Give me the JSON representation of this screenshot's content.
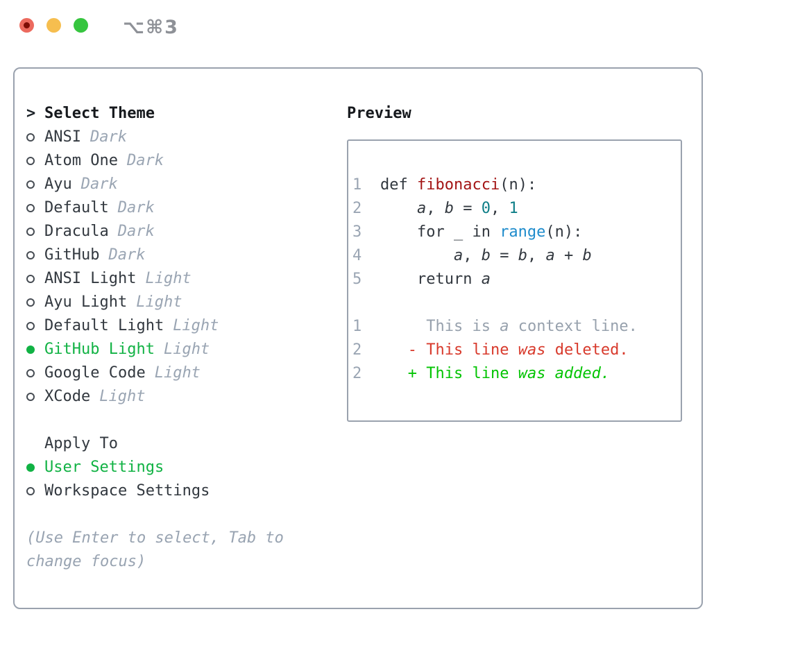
{
  "window": {
    "title": "⌥⌘3",
    "traffic_lights": {
      "close": "#ec6a5e",
      "minimize": "#f6be4f",
      "zoom": "#36c53f"
    }
  },
  "theme_panel": {
    "focus_marker": ">",
    "header": "Select Theme",
    "items": [
      {
        "label": "ANSI",
        "variant": "Dark",
        "selected": false
      },
      {
        "label": "Atom One",
        "variant": "Dark",
        "selected": false
      },
      {
        "label": "Ayu",
        "variant": "Dark",
        "selected": false
      },
      {
        "label": "Default",
        "variant": "Dark",
        "selected": false
      },
      {
        "label": "Dracula",
        "variant": "Dark",
        "selected": false
      },
      {
        "label": "GitHub",
        "variant": "Dark",
        "selected": false
      },
      {
        "label": "ANSI Light",
        "variant": "Light",
        "selected": false
      },
      {
        "label": "Ayu Light",
        "variant": "Light",
        "selected": false
      },
      {
        "label": "Default Light",
        "variant": "Light",
        "selected": false
      },
      {
        "label": "GitHub Light",
        "variant": "Light",
        "selected": true
      },
      {
        "label": "Google Code",
        "variant": "Light",
        "selected": false
      },
      {
        "label": "XCode",
        "variant": "Light",
        "selected": false
      }
    ],
    "apply_to": {
      "header": "Apply To",
      "options": [
        {
          "label": "User Settings",
          "selected": true
        },
        {
          "label": "Workspace Settings",
          "selected": false
        }
      ]
    },
    "hint_lines": [
      "(Use Enter to select, Tab to",
      "change focus)"
    ]
  },
  "preview": {
    "title": "Preview",
    "code": {
      "l1": {
        "num": "1",
        "kw": "def ",
        "fn": "fibonacci",
        "rest": "(n):"
      },
      "l2": {
        "num": "2",
        "indent": "    ",
        "v1": "a",
        "p1": ", ",
        "v2": "b",
        "p2": " = ",
        "n1": "0",
        "p3": ", ",
        "n2": "1"
      },
      "l3": {
        "num": "3",
        "plain": "    for _ in ",
        "fn": "range",
        "rest": "(n):"
      },
      "l4": {
        "num": "4",
        "indent": "        ",
        "v1": "a",
        "p1": ", ",
        "v2": "b",
        "p2": " = ",
        "v3": "b",
        "p3": ", ",
        "v4": "a",
        "p4": " + ",
        "v5": "b"
      },
      "l5": {
        "num": "5",
        "kw": "    return ",
        "v1": "a"
      }
    },
    "diff": {
      "context": {
        "num": "1",
        "pre": "     ",
        "t1": "This is ",
        "it": "a",
        "t2": " context line."
      },
      "deleted": {
        "num": "2",
        "pre": "   ",
        "marker": "- ",
        "t1": "This line ",
        "it": "was",
        "t2": " deleted."
      },
      "added": {
        "num": "2",
        "pre": "   ",
        "marker": "+ ",
        "t1": "This line ",
        "it": "was added."
      }
    }
  },
  "colors": {
    "selected_green": "#11b244",
    "added_green": "#02c402",
    "deleted_red": "#d83a2c",
    "function_red": "#a31515",
    "number_teal": "#0d7e87",
    "builtin_blue": "#1f8ccc",
    "muted_gray": "#9aa5b3",
    "border_gray": "#9aa2ae",
    "text_dark": "#32383f"
  }
}
